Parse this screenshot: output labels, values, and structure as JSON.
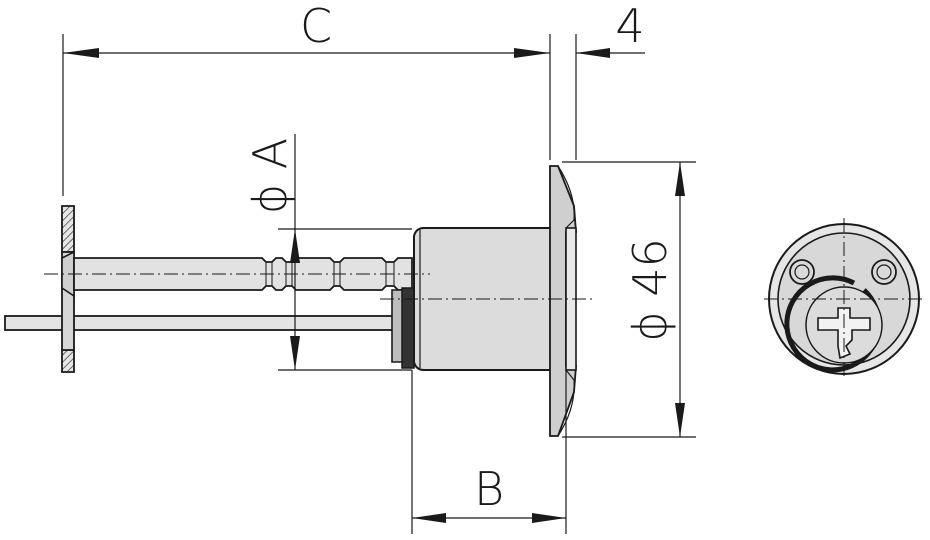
{
  "drawing": {
    "dimensions": {
      "c_label": "C",
      "four_label": "4",
      "a_label": "ϕ A",
      "d46_label": "ϕ 46",
      "b_label": "B"
    }
  }
}
